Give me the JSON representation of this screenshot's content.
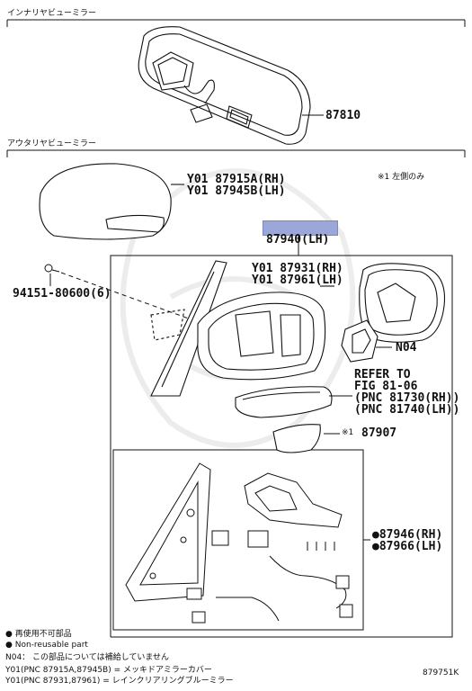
{
  "sections": {
    "inner": "インナリヤビューミラー",
    "outer": "アウタリヤビューミラー"
  },
  "parts": {
    "p87810": "87810",
    "p87915": "Y01 87915A(RH)",
    "p87945": "Y01 87945B(LH)",
    "note1": "※1  左側のみ",
    "p87940": "87940(LH)",
    "p94151": "94151-80600(6)",
    "p87931": "Y01 87931(RH)",
    "p87961": "Y01 87961(LH)",
    "n04": "N04",
    "refer1": "REFER TO",
    "refer2": "FIG 81-06",
    "refer3": "(PNC 81730(RH))",
    "refer4": "(PNC 81740(LH))",
    "p87907_mark": "※1",
    "p87907": "87907",
    "p87946": "●87946(RH)",
    "p87966": "●87966(LH)"
  },
  "footer": {
    "l1": "● 再使用不可部品",
    "l2": "● Non-reusable part",
    "l3": "N04： この部品については補給していません",
    "l4": "Y01(PNC 87915A,87945B) = メッキドアミラーカバー",
    "l5": "Y01(PNC 87931,87961) = レインクリアリングブルーミラー",
    "code": "879751K"
  },
  "colors": {
    "highlight": "#9aa7d8",
    "line": "#111111"
  }
}
